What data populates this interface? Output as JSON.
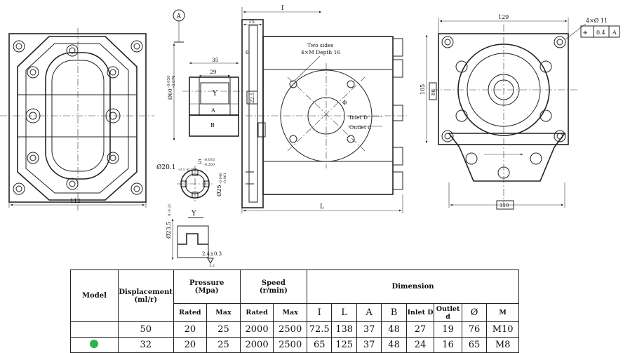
{
  "colors": {
    "selected_marker": "#2db34a"
  },
  "drawing": {
    "detail_a": "A",
    "dim_112": "112",
    "dim_35": "35",
    "dim_29": "29",
    "label_y": "Y",
    "label_a": "A",
    "label_b": "B",
    "dim_60": "Ø60",
    "tol_60_upper": "-0.030",
    "tol_60_lower": "-0.076",
    "dim_20_1": "Ø20.1",
    "tol_20_1": "-0.1 -0.700",
    "dim_5": "5",
    "tol_5_upper": "-0.035",
    "tol_5_lower": "-0.200",
    "dim_25": "Ø25",
    "tol_25_upper": "-0.040",
    "tol_25_lower": "-0.061",
    "label_y_detail": "Y",
    "dim_23_5": "Ø23.5",
    "tol_23_5": "0 -0.21",
    "dim_2_4": "2.4±0.3",
    "dim_3_2": "3.2",
    "dim_i": "I",
    "dim_15": "15",
    "dim_6": "6",
    "dim_22_5": "22.5",
    "note_two_sides": "Two sides",
    "note_thread": "4×M  Depth 16",
    "label_phi": "Φ",
    "label_inlet": "Inlet D",
    "label_outlet": "Outlet d",
    "dim_l": "L",
    "dim_129": "129",
    "dim_105": "105",
    "dim_86": "86",
    "dim_110": "110",
    "note_holes": "4×Ø 11",
    "tol_symbol": "⌖",
    "tol_value": "0.4",
    "tol_datum": "A"
  },
  "table": {
    "model": "Model",
    "displacement": "Displacement",
    "displacement_unit": "(ml/r)",
    "pressure": "Pressure",
    "pressure_unit": "(Mpa)",
    "rated": "Rated",
    "max": "Max",
    "speed": "Speed",
    "speed_unit": "(r/min)",
    "dimension": "Dimension",
    "cols": [
      "I",
      "L",
      "A",
      "B",
      "Inlet D",
      "Outlet d",
      "Ø",
      "M"
    ],
    "rows": [
      {
        "displacement": "50",
        "p_rated": "20",
        "p_max": "25",
        "s_rated": "2000",
        "s_max": "2500",
        "dims": [
          "72.5",
          "138",
          "37",
          "48",
          "27",
          "19",
          "76",
          "M10"
        ]
      },
      {
        "displacement": "32",
        "p_rated": "20",
        "p_max": "25",
        "s_rated": "2000",
        "s_max": "2500",
        "dims": [
          "65",
          "125",
          "37",
          "48",
          "24",
          "16",
          "65",
          "M8"
        ]
      }
    ]
  }
}
